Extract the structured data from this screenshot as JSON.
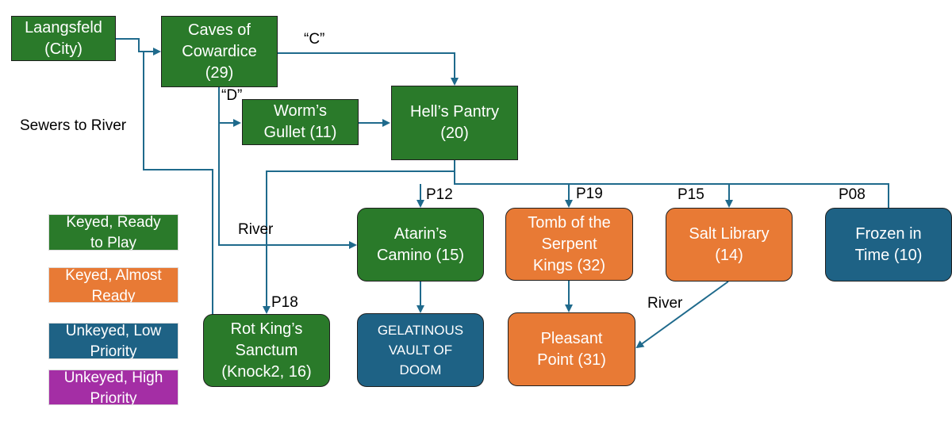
{
  "colors": {
    "ready": "#2a7a2a",
    "almost": "#e87a35",
    "low": "#1e6285",
    "high": "#a42ea5",
    "connector": "#1f6a8c"
  },
  "nodes": {
    "laangsfeld": "Laangsfeld\n(City)",
    "caves": "Caves of\nCowardice\n(29)",
    "worms_gullet": "Worm’s\nGullet (11)",
    "hells_pantry": "Hell’s Pantry\n(20)",
    "atarin": "Atarin’s\nCamino (15)",
    "tomb": "Tomb of the\nSerpent\nKings (32)",
    "salt_library": "Salt Library\n(14)",
    "frozen": "Frozen in\nTime (10)",
    "rot_king": "Rot King’s\nSanctum\n(Knock2, 16)",
    "gelatinous": "GELATINOUS\nVAULT OF\nDOOM",
    "pleasant_point": "Pleasant\nPoint (31)"
  },
  "labels": {
    "c": "“C”",
    "d": "“D”",
    "sewers": "Sewers to River",
    "river_left": "River",
    "river_right": "River",
    "p12": "P12",
    "p19": "P19",
    "p15": "P15",
    "p08": "P08",
    "p18": "P18"
  },
  "legend": {
    "ready": "Keyed, Ready\nto Play",
    "almost": "Keyed, Almost\nReady",
    "low": "Unkeyed, Low\nPriority",
    "high": "Unkeyed, High\nPriority"
  }
}
